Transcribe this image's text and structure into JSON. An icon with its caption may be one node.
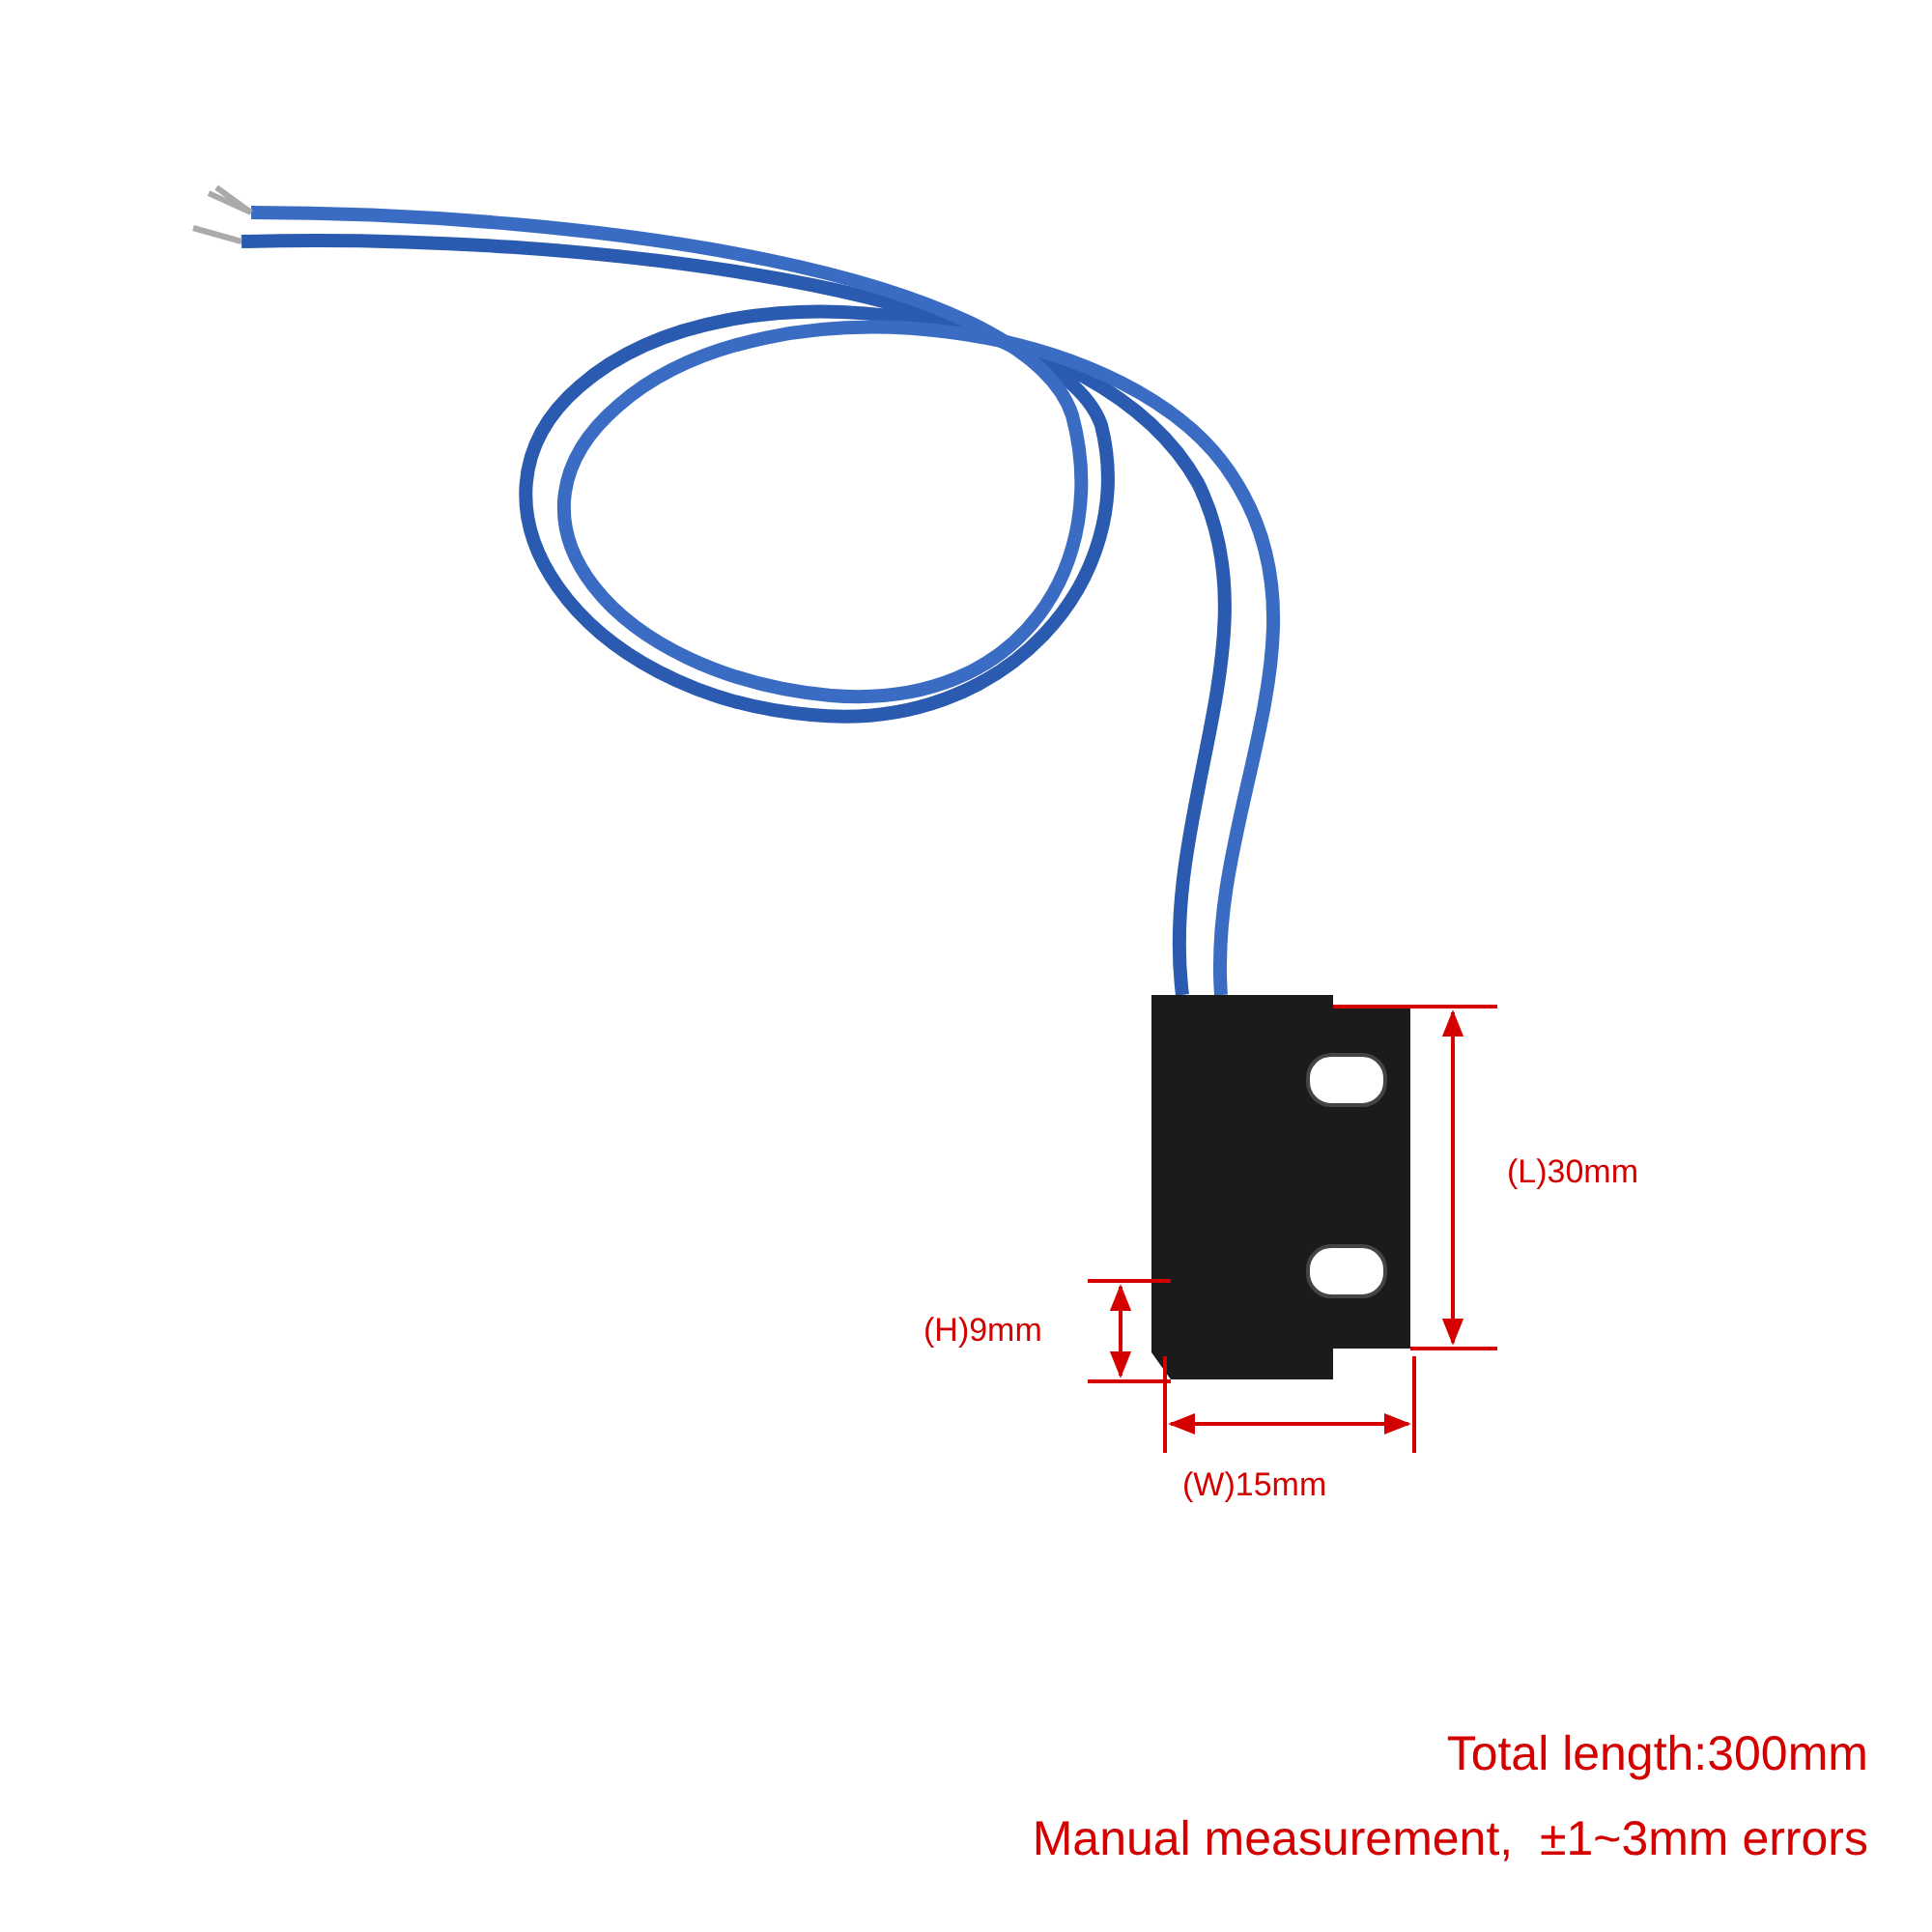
{
  "diagram": {
    "labels": [
      "(L)30mm",
      "(H)9mm",
      "(W)15mm",
      "Total length:300mm",
      "Manual measurement,  ±1~3mm errors"
    ]
  }
}
